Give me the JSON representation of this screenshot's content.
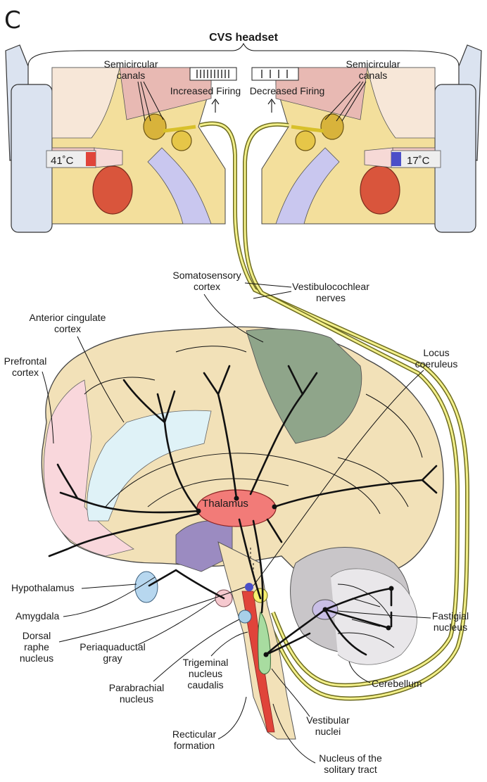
{
  "panel_label": "C",
  "headset_label": "CVS headset",
  "left_ear": {
    "canals_label_1": "Semicircular",
    "canals_label_2": "canals",
    "temperature": "41˚C",
    "firing_label": "Increased Firing",
    "color": "#e0443a"
  },
  "right_ear": {
    "canals_label_1": "Semicircular",
    "canals_label_2": "canals",
    "temperature": "17˚C",
    "firing_label": "Decreased Firing",
    "color": "#4b4fc8"
  },
  "labels": {
    "somatosensory": [
      "Somatosensory",
      "cortex"
    ],
    "vestibulocochlear": [
      "Vestibulocochlear",
      "nerves"
    ],
    "anterior_cingulate": [
      "Anterior cingulate",
      "cortex"
    ],
    "prefrontal": [
      "Prefrontal",
      "cortex"
    ],
    "locus": [
      "Locus",
      "coeruleus"
    ],
    "thalamus": "Thalamus",
    "hypothalamus": "Hypothalamus",
    "amygdala": "Amygdala",
    "dorsal_raphe": [
      "Dorsal",
      "raphe",
      "nucleus"
    ],
    "periaqueductal": [
      "Periaquaductal",
      "gray"
    ],
    "parabrachial": [
      "Parabrachial",
      "nucleus"
    ],
    "trigeminal": [
      "Trigeminal",
      "nucleus",
      "caudalis"
    ],
    "recticular": [
      "Recticular",
      "formation"
    ],
    "vestibular_nuclei": [
      "Vestibular",
      "nuclei"
    ],
    "solitary": [
      "Nucleus of the",
      "solitary tract"
    ],
    "fastigial": [
      "Fastigial",
      "nucleus"
    ],
    "cerebellum": "Cerebellum"
  },
  "colors": {
    "brain_tan": "#f2e1b8",
    "somatosensory_green": "#8fa58a",
    "cingulate_blue": "#dff2f7",
    "prefrontal_pink": "#f9d7dc",
    "thalamus_red": "#f27b78",
    "hypothalamus_purple": "#9b8bc1",
    "cerebellum_gray": "#c9c6c9",
    "nerve_yellow": "#f3f08a",
    "vestibular_green": "#a8dca0"
  }
}
